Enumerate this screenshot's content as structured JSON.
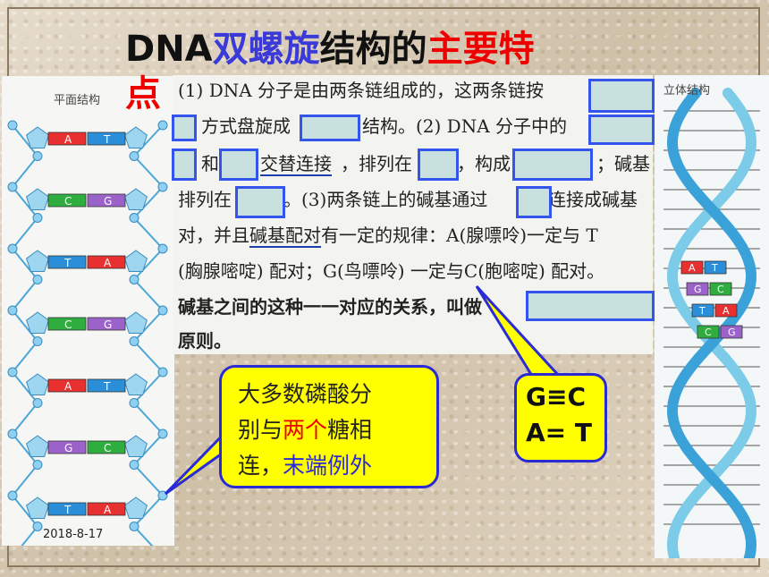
{
  "title": {
    "p1": "DNA",
    "p2": "双螺旋",
    "p3": "结构的",
    "p4": "主要特",
    "p5": "点"
  },
  "panels": {
    "planar_label": "平面结构",
    "stereo_label": "立体结构"
  },
  "text": {
    "l1": "(1) DNA 分子是由两条链组成的，这两条链按",
    "l2": "方式盘旋成",
    "l2b": "结构。(2) DNA 分子中的",
    "l3a": "和",
    "l3b": "交替连接",
    "l3c": "，排列在",
    "l3d": "，构成",
    "l3e": "；碱基",
    "l4a": "排列在",
    "l4b": "。(3)两条链上的碱基通过",
    "l4c": "连接成碱基",
    "l5a": "对，并且",
    "l5b": "碱基配对",
    "l5c": "有一定的规律：A(腺嘌呤)一定与 T",
    "l6": "(胸腺嘧啶) 配对；G(鸟嘌呤) 一定与C(胞嘧啶) 配对。",
    "l7a": "碱基之间的这种一一对应的关系，叫做",
    "l8": "原则。"
  },
  "callout1": {
    "a": "大多数磷酸分",
    "b": "别与",
    "c": "两个",
    "d": "糖相",
    "e": "连，",
    "f": "末端例外"
  },
  "callout2": {
    "text": "G≡C A= T"
  },
  "date": "2018-8-17",
  "base_pairs_left": [
    [
      "A",
      "T"
    ],
    [
      "C",
      "G"
    ],
    [
      "T",
      "A"
    ],
    [
      "C",
      "G"
    ],
    [
      "A",
      "T"
    ],
    [
      "G",
      "C"
    ],
    [
      "T",
      "A"
    ]
  ],
  "base_pairs_right": [
    [
      "A",
      "T"
    ],
    [
      "G",
      "C"
    ],
    [
      "T",
      "A"
    ],
    [
      "C",
      "G"
    ]
  ],
  "colors": {
    "A": "#e83030",
    "T": "#2a8fd8",
    "C": "#2fae3f",
    "G": "#9b63c9",
    "blank_fill": "#c9e1de",
    "blank_border": "#3355ee",
    "callout_bg": "#ffff00"
  }
}
